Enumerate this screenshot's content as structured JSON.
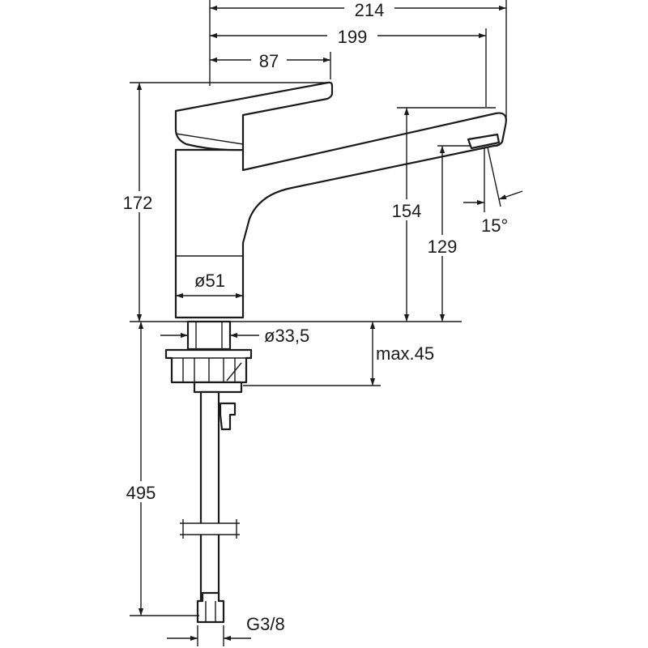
{
  "drawing": {
    "dimensions": {
      "overall_depth": "214",
      "spout_reach": "199",
      "lever_length": "87",
      "total_height": "172",
      "spout_height": "154",
      "outlet_height": "129",
      "tilt_angle": "15°",
      "body_diameter": "ø51",
      "shank_diameter": "ø33,5",
      "max_deck_thickness": "max.45",
      "hose_length": "495",
      "connection_thread": "G3/8"
    }
  }
}
